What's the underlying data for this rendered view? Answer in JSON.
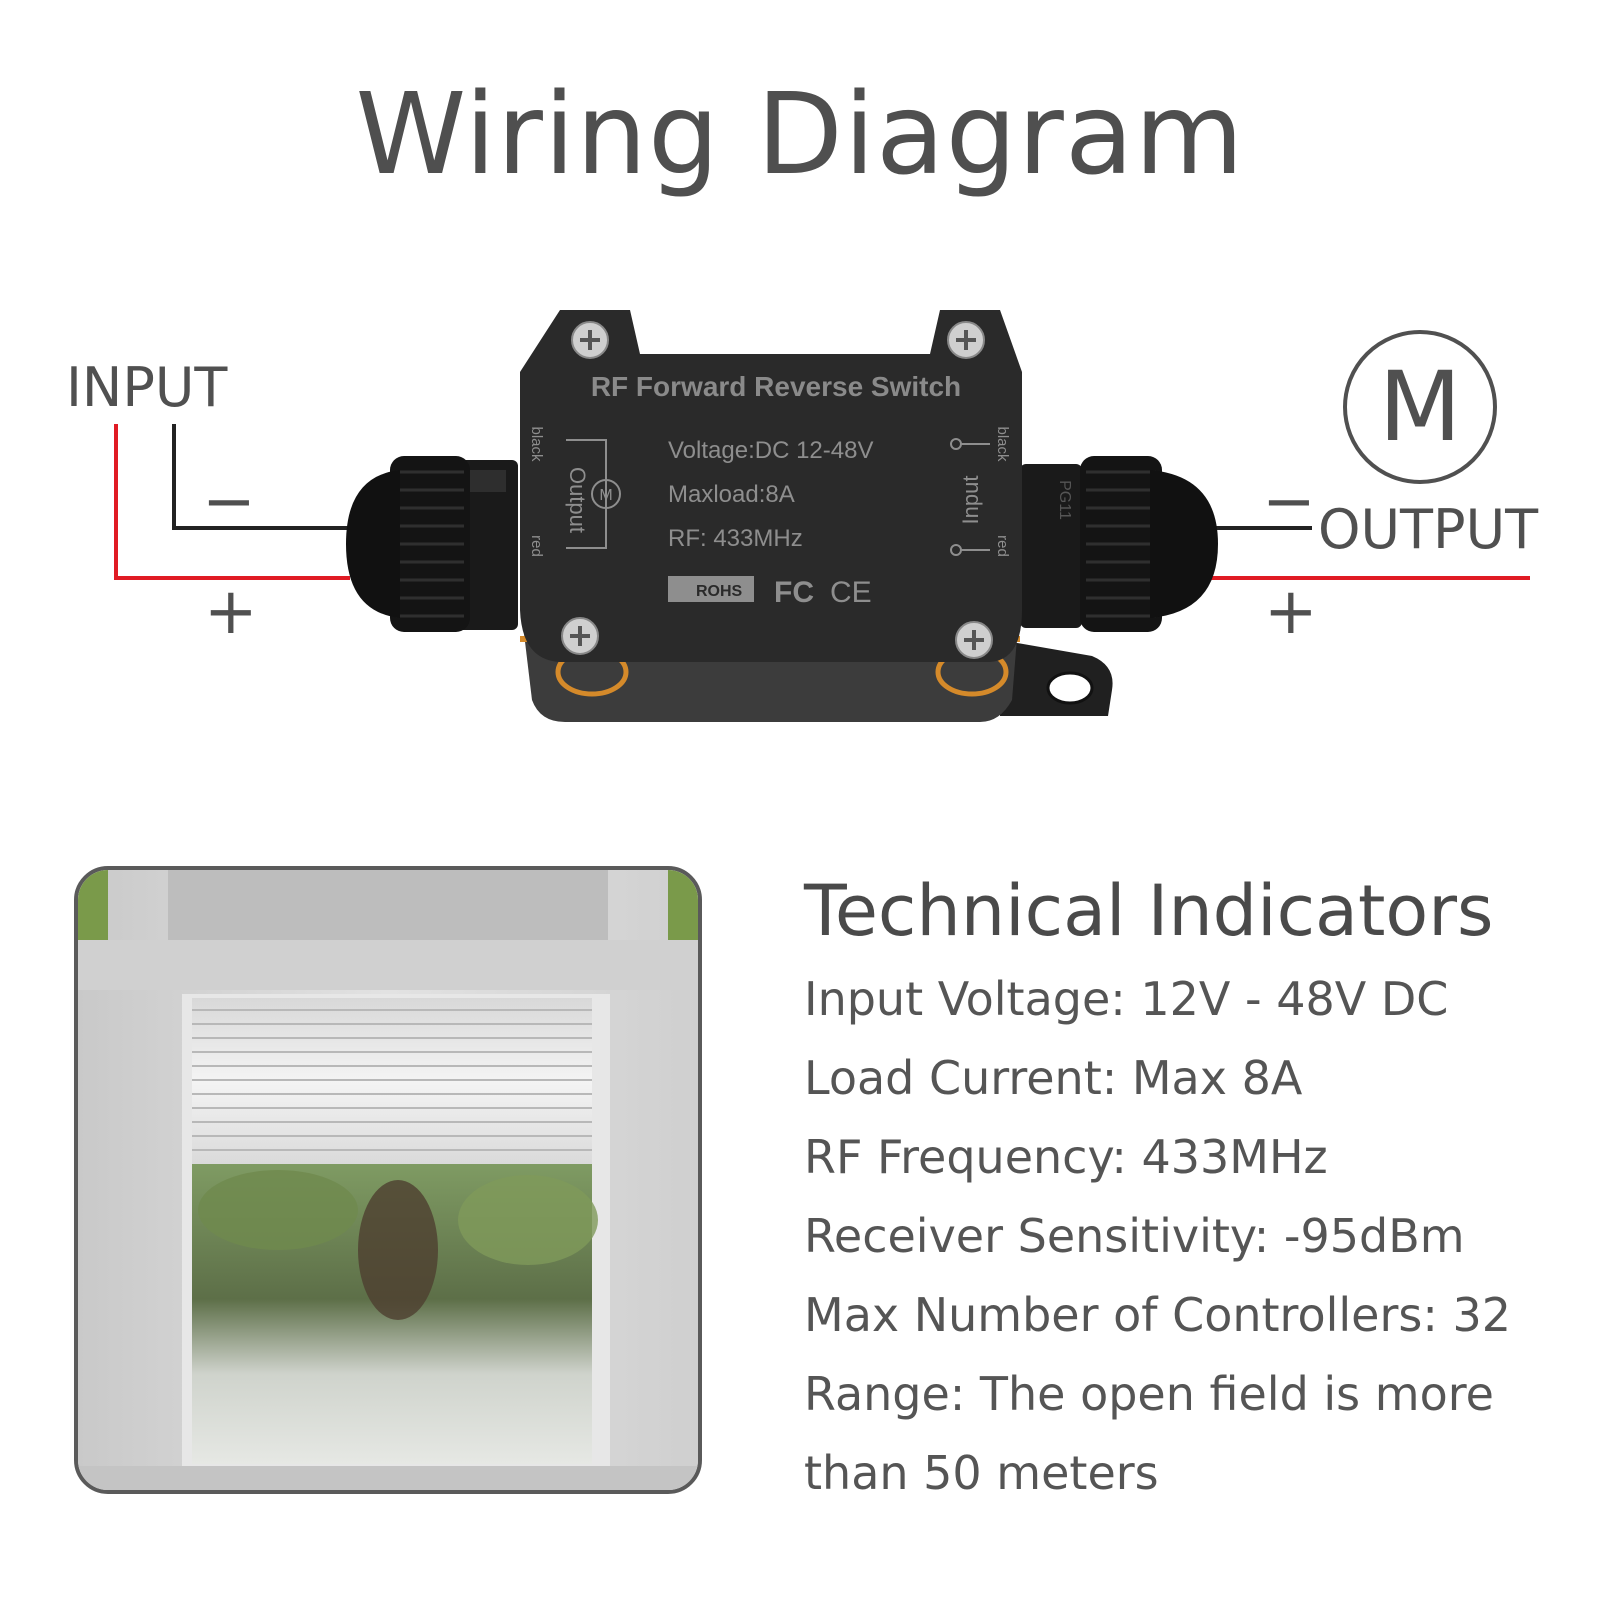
{
  "title": "Wiring Diagram",
  "wiring": {
    "input_label": "INPUT",
    "output_label": "OUTPUT",
    "minus_sign": "−",
    "plus_sign": "+",
    "motor_letter": "M",
    "wire_colors": {
      "negative": "#222222",
      "positive": "#e01b24"
    }
  },
  "device": {
    "name": "RF Forward Reverse Switch",
    "voltage": "Voltage:DC 12-48V",
    "maxload": "Maxload:8A",
    "rf": "RF: 433MHz",
    "left_port_label": "Output",
    "right_port_label": "Input",
    "black_label": "black",
    "red_label": "red",
    "minus": "−",
    "plus": "+",
    "motor_letter": "M",
    "rohs": "ROHS",
    "fc": "FC",
    "ce": "CE",
    "gland_label": "PG11"
  },
  "tech": {
    "heading": "Technical Indicators",
    "specs": [
      "Input Voltage: 12V - 48V DC",
      "Load Current: Max 8A",
      "RF Frequency: 433MHz",
      "Receiver Sensitivity: -95dBm",
      "Max Number of Controllers: 32",
      "Range: The open field is more",
      "than 50 meters"
    ]
  }
}
